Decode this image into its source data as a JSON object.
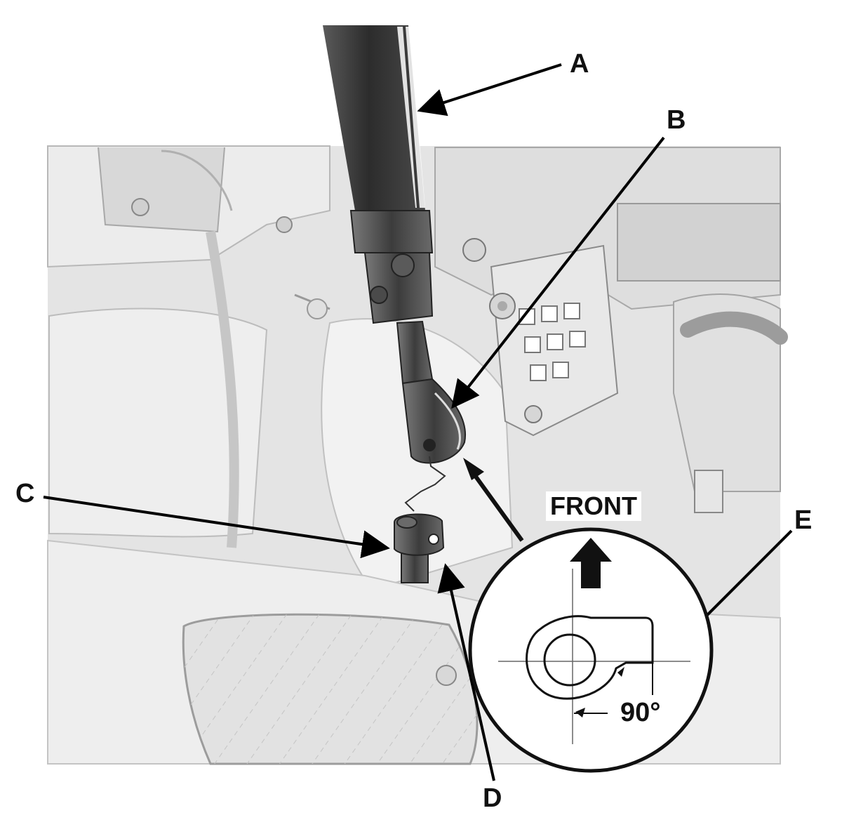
{
  "callouts": {
    "a": "A",
    "b": "B",
    "c": "C",
    "d": "D",
    "e": "E"
  },
  "detail": {
    "direction_label": "FRONT",
    "angle_label": "90°"
  },
  "colors": {
    "background": "#ffffff",
    "scene": "#e6e6e6",
    "shaft": "#3a3a3a",
    "leader": "#000000"
  }
}
